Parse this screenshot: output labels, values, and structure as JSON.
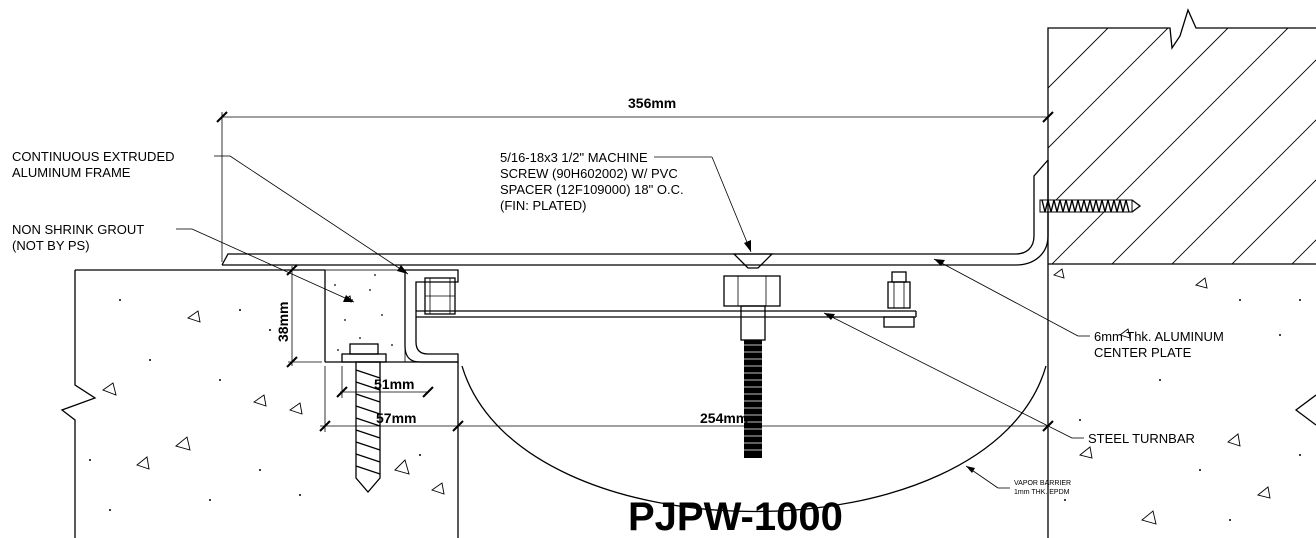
{
  "title": "PJPW-1000",
  "labels": {
    "frame_line1": "CONTINUOUS EXTRUDED",
    "frame_line2": "ALUMINUM FRAME",
    "grout_line1": "NON SHRINK GROUT",
    "grout_line2": "(NOT BY PS)",
    "screw_line1": "5/16-18x3 1/2\" MACHINE",
    "screw_line2": "SCREW (90H602002) W/ PVC",
    "screw_line3": "SPACER (12F109000) 18\" O.C.",
    "screw_line4": "(FIN: PLATED)",
    "plate_line1": "6mm Thk. ALUMINUM",
    "plate_line2": "CENTER PLATE",
    "turnbar": "STEEL TURNBAR",
    "vapor_line1": "VAPOR BARRIER",
    "vapor_line2": "1mm THK. EPDM"
  },
  "dimensions": {
    "overall": "356mm",
    "height": "38mm",
    "frame_width": "51mm",
    "grout_width": "57mm",
    "opening": "254mm"
  }
}
